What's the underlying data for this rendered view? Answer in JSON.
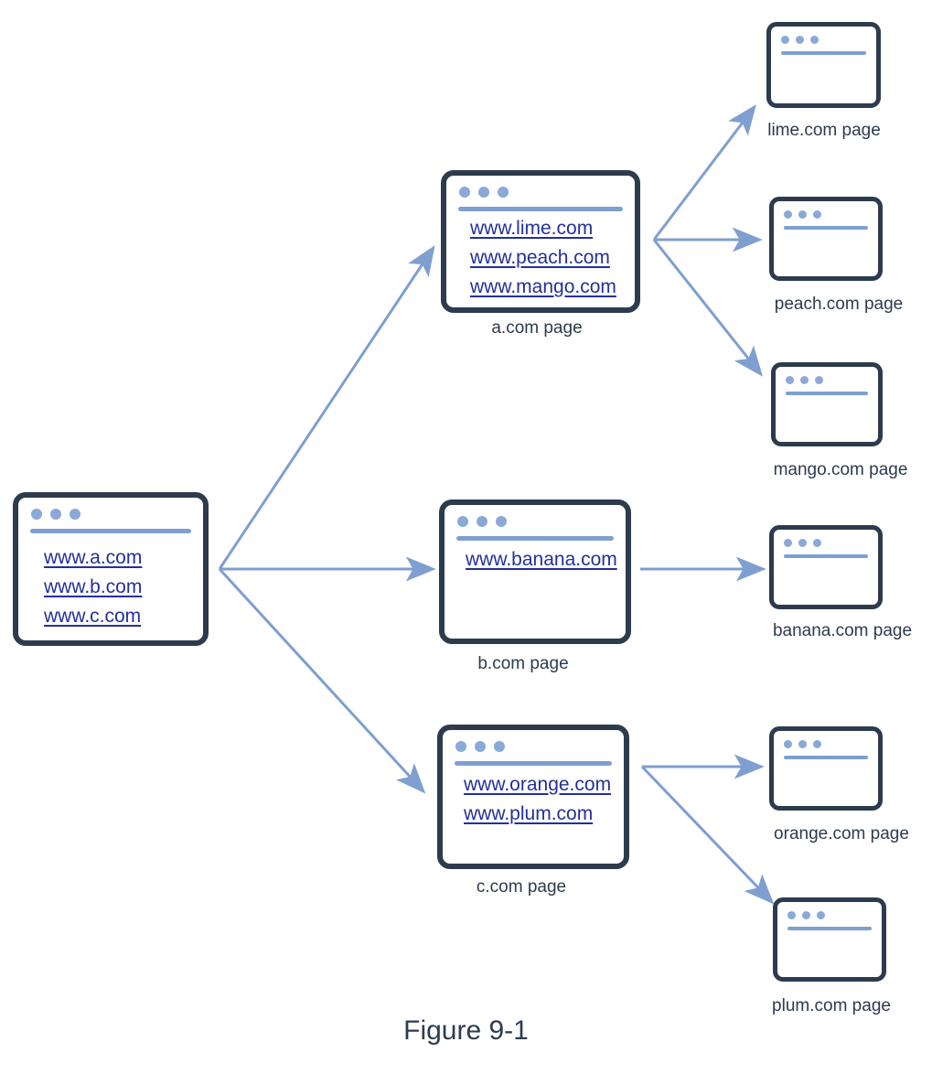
{
  "figure": {
    "title": "Figure 9-1",
    "accent_blue": "#8aa9d6",
    "link_blue": "#23309a",
    "border_navy": "#2d3b4e",
    "background": "#ffffff"
  },
  "root_page": {
    "caption": "",
    "links": [
      "www.a.com",
      "www.b.com",
      "www.c.com"
    ]
  },
  "level2_pages": [
    {
      "id": "a",
      "caption": "a.com page",
      "links": [
        "www.lime.com",
        "www.peach.com",
        "www.mango.com"
      ]
    },
    {
      "id": "b",
      "caption": "b.com page",
      "links": [
        "www.banana.com"
      ]
    },
    {
      "id": "c",
      "caption": "c.com page",
      "links": [
        "www.orange.com",
        "www.plum.com"
      ]
    }
  ],
  "level3_pages": [
    {
      "id": "lime",
      "caption": "lime.com page"
    },
    {
      "id": "peach",
      "caption": "peach.com page"
    },
    {
      "id": "mango",
      "caption": "mango.com page"
    },
    {
      "id": "banana",
      "caption": "banana.com page"
    },
    {
      "id": "orange",
      "caption": "orange.com page"
    },
    {
      "id": "plum",
      "caption": "plum.com page"
    }
  ],
  "dots": [
    "dot-1",
    "dot-2",
    "dot-3"
  ],
  "icons": {
    "window_dot": "browser-dot-icon",
    "address_bar": "address-bar-icon",
    "arrow": "arrow-icon"
  }
}
